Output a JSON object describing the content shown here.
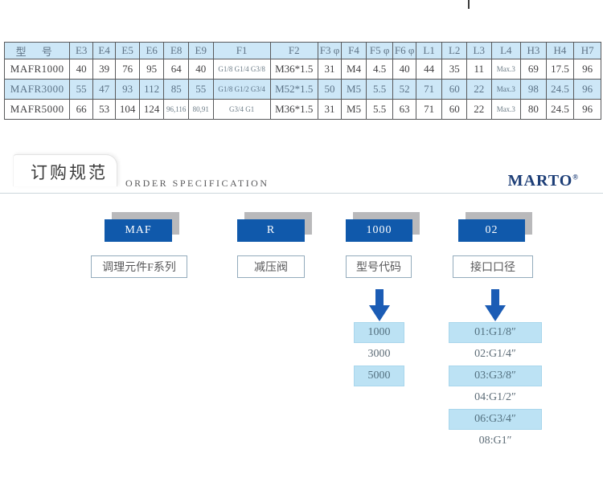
{
  "colors": {
    "table_blue": "#cde7f7",
    "box_blue": "#1059ab",
    "arrow_blue": "#1b5cb5",
    "highlight_blue": "#bce2f4",
    "brand_navy": "#1d3e77"
  },
  "table": {
    "headers": [
      "型 号",
      "E3",
      "E4",
      "E5",
      "E6",
      "E8",
      "E9",
      "F1",
      "F2",
      "F3 φ",
      "F4",
      "F5 φ",
      "F6 φ",
      "L1",
      "L2",
      "L3",
      "L4",
      "H3",
      "H4",
      "H7"
    ],
    "rows": [
      [
        "MAFR1000",
        "40",
        "39",
        "76",
        "95",
        "64",
        "40",
        "G1/8 G1/4 G3/8",
        "M36*1.5",
        "31",
        "M4",
        "4.5",
        "40",
        "44",
        "35",
        "11",
        "Max.3",
        "69",
        "17.5",
        "96"
      ],
      [
        "MAFR3000",
        "55",
        "47",
        "93",
        "112",
        "85",
        "55",
        "G1/8 G1/2 G3/4",
        "M52*1.5",
        "50",
        "M5",
        "5.5",
        "52",
        "71",
        "60",
        "22",
        "Max.3",
        "98",
        "24.5",
        "96"
      ],
      [
        "MAFR5000",
        "66",
        "53",
        "104",
        "124",
        "96,116",
        "80,91",
        "G3/4 G1",
        "M36*1.5",
        "31",
        "M5",
        "5.5",
        "63",
        "71",
        "60",
        "22",
        "Max.3",
        "80",
        "24.5",
        "96"
      ]
    ]
  },
  "section": {
    "title_zh": "订购规范",
    "title_en": "ORDER SPECIFICATION"
  },
  "brand": {
    "name": "MARTO",
    "reg": "®"
  },
  "order_diagram": {
    "segments": [
      {
        "code": "MAF",
        "label": "调理元件F系列",
        "has_arrow": false,
        "options": []
      },
      {
        "code": "R",
        "label": "减压阀",
        "has_arrow": false,
        "options": []
      },
      {
        "code": "1000",
        "label": "型号代码",
        "has_arrow": true,
        "options": [
          {
            "text": "1000",
            "highlighted": true
          },
          {
            "text": "3000",
            "highlighted": false
          },
          {
            "text": "5000",
            "highlighted": true
          }
        ]
      },
      {
        "code": "02",
        "label": "接口口径",
        "has_arrow": true,
        "options": [
          {
            "text": "01:G1/8″",
            "highlighted": true
          },
          {
            "text": "02:G1/4″",
            "highlighted": false
          },
          {
            "text": "03:G3/8″",
            "highlighted": true
          },
          {
            "text": "04:G1/2″",
            "highlighted": false
          },
          {
            "text": "06:G3/4″",
            "highlighted": true
          },
          {
            "text": "08:G1″",
            "highlighted": false
          }
        ]
      }
    ]
  }
}
